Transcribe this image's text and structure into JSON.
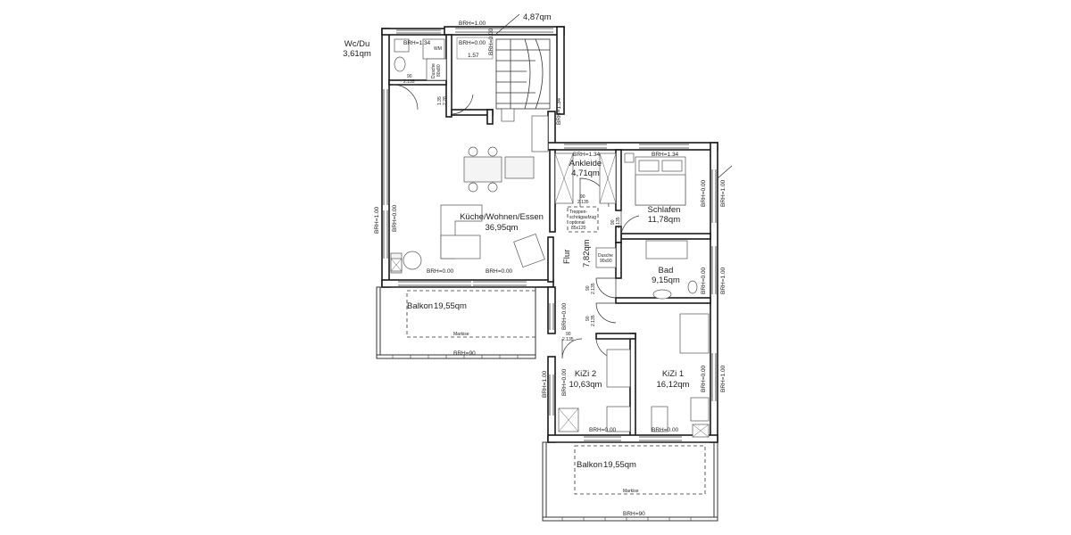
{
  "rooms": {
    "wc": {
      "name": "Wc/Du",
      "area": "3,61qm"
    },
    "stair": {
      "area": "4,87qm",
      "step": "1.57"
    },
    "kitchen": {
      "name": "Küche/Wohnen/Essen",
      "area": "36,95qm"
    },
    "ankleide": {
      "name": "Ankleide",
      "area": "4,71qm"
    },
    "schlafen": {
      "name": "Schlafen",
      "area": "11,78qm"
    },
    "flur": {
      "name": "Flur",
      "area": "7,82qm"
    },
    "bad": {
      "name": "Bad",
      "area": "9,15qm"
    },
    "kizi2": {
      "name": "KiZi 2",
      "area": "10,63qm"
    },
    "kizi1": {
      "name": "KiZi 1",
      "area": "16,12qm"
    },
    "balkon1": {
      "name": "Balkon",
      "area": "19,55qm"
    },
    "balkon2": {
      "name": "Balkon",
      "area": "19,55qm"
    }
  },
  "labels": {
    "brh_1_00": "BRH=1.00",
    "brh_0_00": "BRH=0.00",
    "brh_1_34": "BRH=1.34",
    "brh_90": "BRH=90",
    "markise": "Markise",
    "wm": "WM",
    "dusche_80": "Dusche",
    "dusche_80_size": "80x80",
    "dusche_90": "Dusche",
    "dusche_90_size": "90x90",
    "door_90": "90",
    "door_h": "2.135",
    "door_135": "1.35",
    "door_228": "2.28",
    "lift_a": "Treppen-",
    "lift_b": "schrägaufzug",
    "lift_c": "optional",
    "lift_d": "85x120"
  }
}
